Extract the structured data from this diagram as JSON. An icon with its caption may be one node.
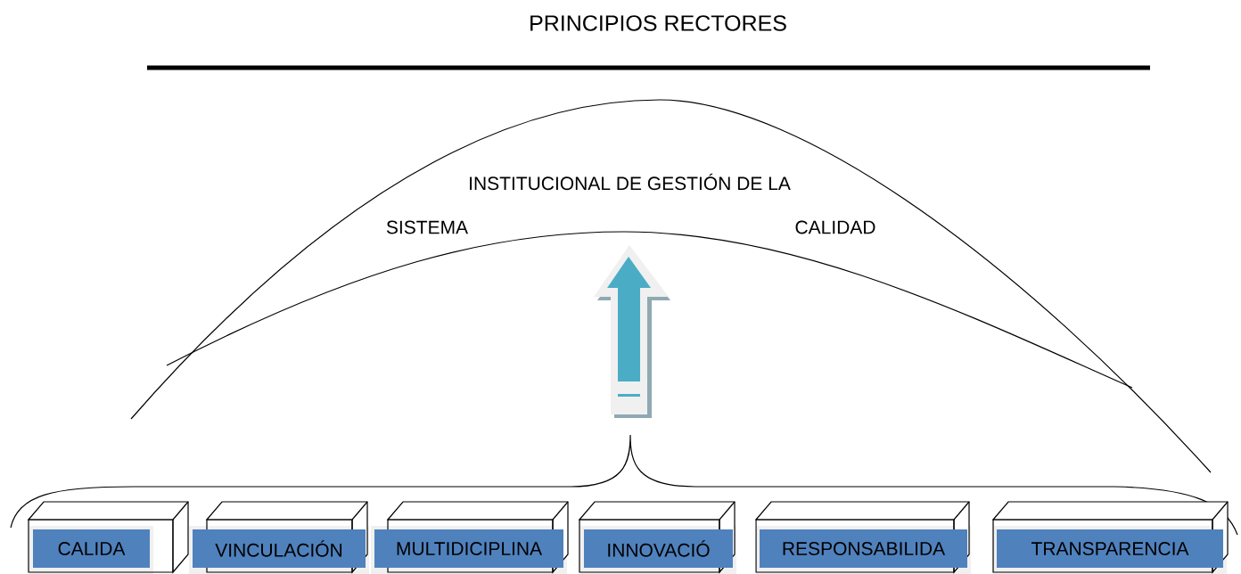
{
  "diagram": {
    "title": "PRINCIPIOS RECTORES",
    "nodes": [
      {
        "text": [
          "CALIDA"
        ]
      },
      {
        "text": [
          "VINCULACIÓN"
        ]
      },
      {
        "text": [
          "MULTIDICIPLINA"
        ]
      },
      {
        "text": [
          "INNOVACIÓ"
        ]
      },
      {
        "text": [
          "RESPONSABILIDA"
        ]
      },
      {
        "text": [
          "TRANSPARENCIA"
        ]
      }
    ],
    "labels": [
      "INSTITUCIONAL DE GESTIÓN DE LA",
      "SISTEMA",
      "CALIDAD"
    ]
  }
}
